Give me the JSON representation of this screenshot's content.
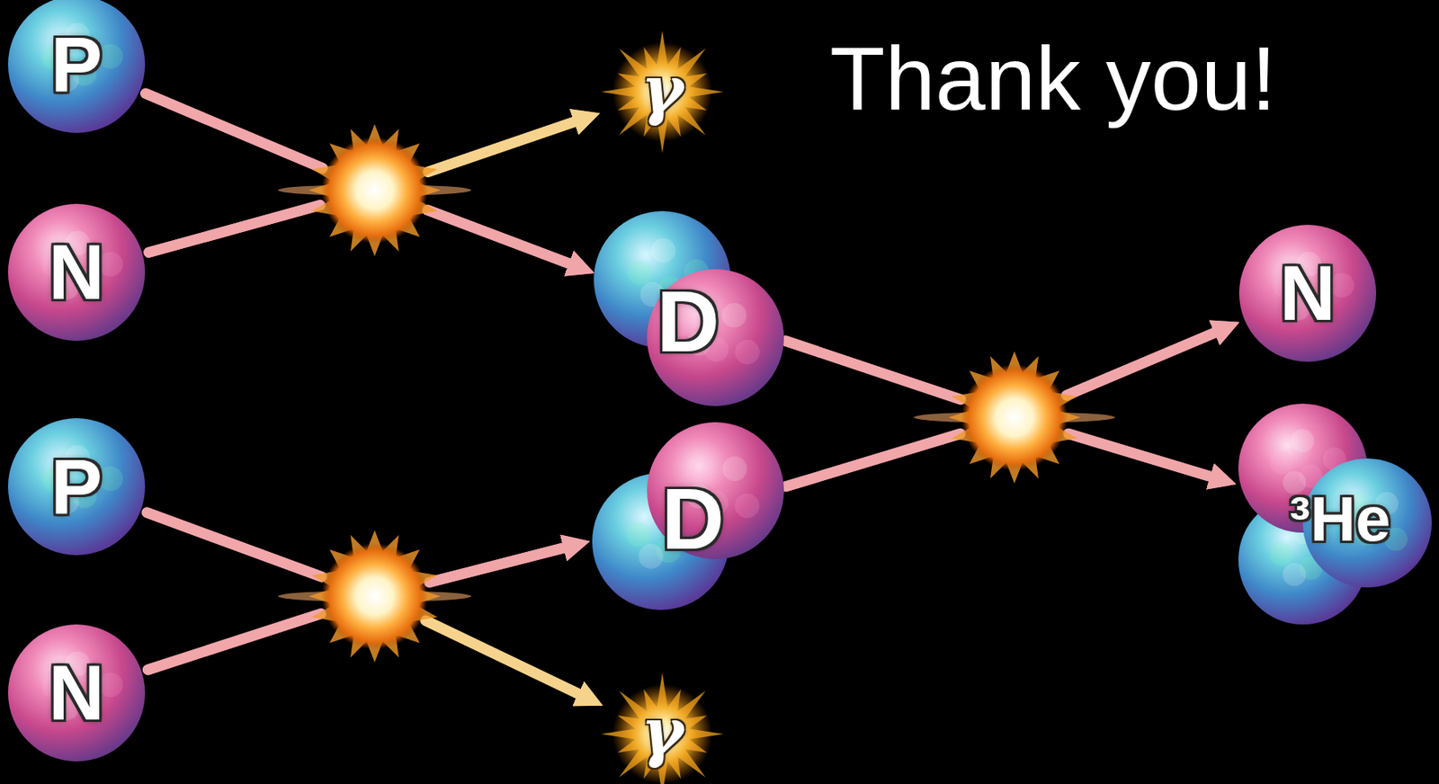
{
  "diagram": {
    "title": "Thank you!",
    "nodes": [
      {
        "text": [
          "P"
        ]
      },
      {
        "text": [
          "N"
        ]
      },
      {
        "text": [
          "γ"
        ]
      },
      {
        "text": [
          "D"
        ]
      },
      {
        "text": [
          "P"
        ]
      },
      {
        "text": [
          "N"
        ]
      },
      {
        "text": [
          "D"
        ]
      },
      {
        "text": [
          "γ"
        ]
      },
      {
        "text": [
          "N"
        ]
      },
      {
        "text": [
          "³He"
        ]
      }
    ],
    "edges": [
      {
        "from": 0,
        "to": 2,
        "arrow": "to"
      },
      {
        "from": 0,
        "to": 3,
        "arrow": "to"
      },
      {
        "from": 1,
        "to": 2,
        "arrow": "to"
      },
      {
        "from": 1,
        "to": 3,
        "arrow": "to"
      },
      {
        "from": 4,
        "to": 6,
        "arrow": "to"
      },
      {
        "from": 4,
        "to": 7,
        "arrow": "to"
      },
      {
        "from": 5,
        "to": 6,
        "arrow": "to"
      },
      {
        "from": 5,
        "to": 7,
        "arrow": "to"
      },
      {
        "from": 3,
        "to": 8,
        "arrow": "to"
      },
      {
        "from": 3,
        "to": 9,
        "arrow": "to"
      },
      {
        "from": 6,
        "to": 8,
        "arrow": "to"
      },
      {
        "from": 6,
        "to": 9,
        "arrow": "to"
      }
    ]
  }
}
